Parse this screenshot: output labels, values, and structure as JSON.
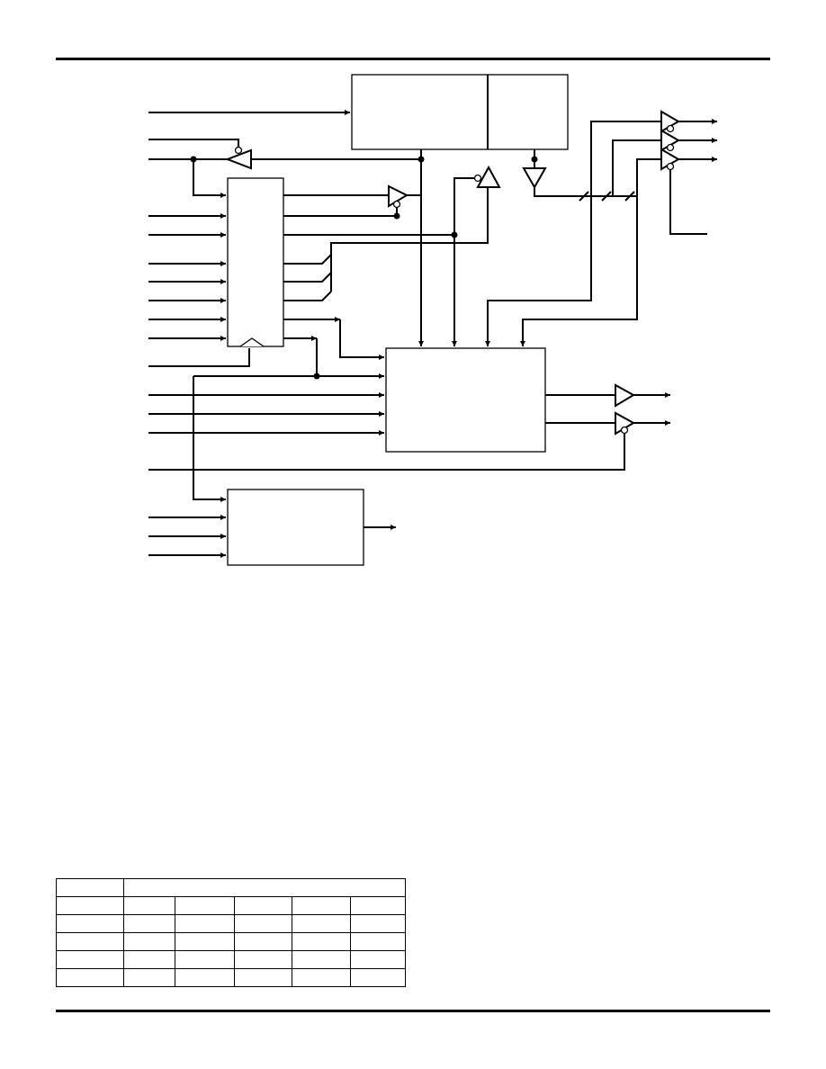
{
  "page": {
    "title": ""
  },
  "diagram": {
    "colors": {
      "line": "#000000",
      "background": "#ffffff"
    },
    "blocks": [
      {
        "id": "top-block-left"
      },
      {
        "id": "top-block-right"
      },
      {
        "id": "left-register"
      },
      {
        "id": "central-logic"
      },
      {
        "id": "bottom-block"
      }
    ],
    "buffers": [
      "input-buffer",
      "status-buffer",
      "bidir-buffer-up",
      "bidir-buffer-down",
      "output-buffer-1",
      "output-buffer-2",
      "output-buffer-3",
      "output-buffer-4",
      "output-buffer-5"
    ]
  },
  "table": {
    "header": [
      "",
      ""
    ],
    "rows": [
      [
        "",
        "",
        "",
        "",
        "",
        ""
      ],
      [
        "",
        "",
        "",
        "",
        "",
        ""
      ],
      [
        "",
        "",
        "",
        "",
        "",
        ""
      ],
      [
        "",
        "",
        "",
        "",
        "",
        ""
      ],
      [
        "",
        "",
        "",
        "",
        "",
        ""
      ]
    ]
  }
}
